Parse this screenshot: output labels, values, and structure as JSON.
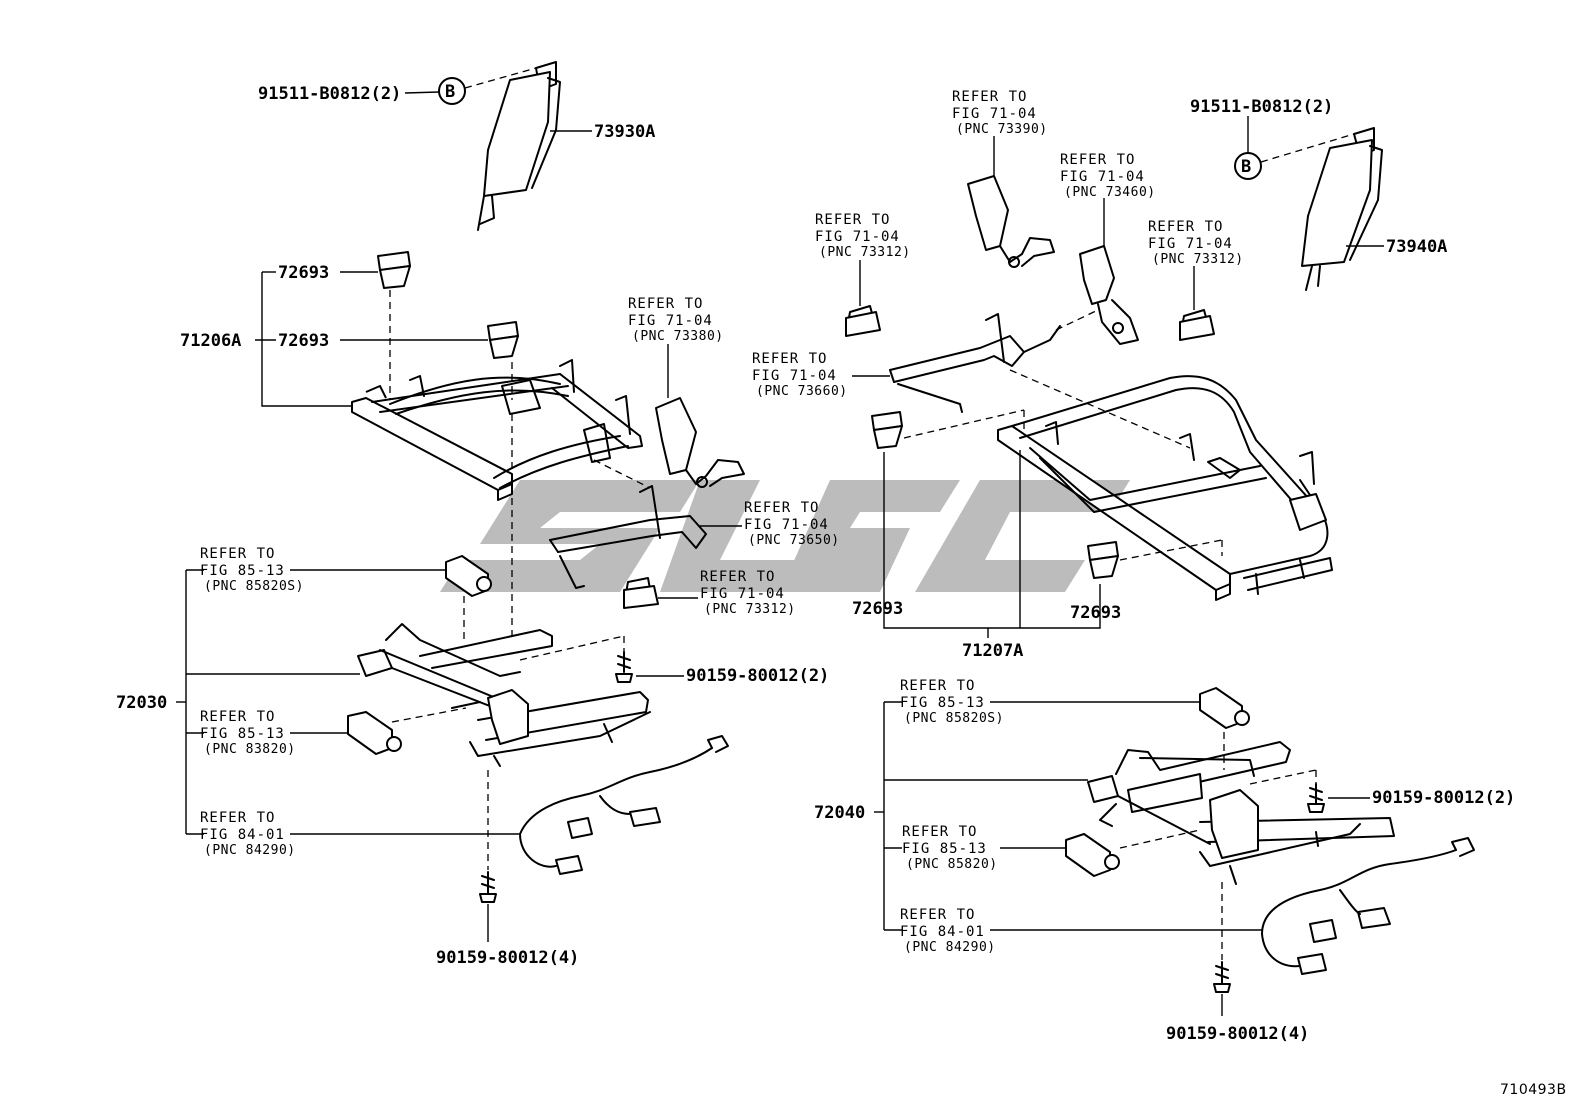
{
  "callouts": {
    "b_left": "B",
    "b_right": "B"
  },
  "parts": {
    "bolt_b_left": "91511-B0812(2)",
    "belt_left": "73930A",
    "bolt_b_right": "91511-B0812(2)",
    "belt_right": "73940A",
    "cap_left_top": "72693",
    "frame_left": "71206A",
    "cap_left_mid": "72693",
    "cap_right_a": "72693",
    "cap_right_b": "72693",
    "frame_right": "71207A",
    "adjuster_left": "72030",
    "adjuster_right": "72040",
    "screw_left_upper": "90159-80012(2)",
    "screw_left_lower": "90159-80012(4)",
    "screw_right_upper": "90159-80012(2)",
    "screw_right_lower": "90159-80012(4)"
  },
  "refs": [
    {
      "l1": "REFER TO",
      "l2": "FIG 71-04",
      "l3": "(PNC 73390)"
    },
    {
      "l1": "REFER TO",
      "l2": "FIG 71-04",
      "l3": "(PNC 73460)"
    },
    {
      "l1": "REFER TO",
      "l2": "FIG 71-04",
      "l3": "(PNC 73312)"
    },
    {
      "l1": "REFER TO",
      "l2": "FIG 71-04",
      "l3": "(PNC 73312)"
    },
    {
      "l1": "REFER TO",
      "l2": "FIG 71-04",
      "l3": "(PNC 73380)"
    },
    {
      "l1": "REFER TO",
      "l2": "FIG 71-04",
      "l3": "(PNC 73660)"
    },
    {
      "l1": "REFER TO",
      "l2": "FIG 71-04",
      "l3": "(PNC 73650)"
    },
    {
      "l1": "REFER TO",
      "l2": "FIG 71-04",
      "l3": "(PNC 73312)"
    },
    {
      "l1": "REFER TO",
      "l2": "FIG 85-13",
      "l3": "(PNC 85820S)"
    },
    {
      "l1": "REFER TO",
      "l2": "FIG 85-13",
      "l3": "(PNC 83820)"
    },
    {
      "l1": "REFER TO",
      "l2": "FIG 84-01",
      "l3": "(PNC 84290)"
    },
    {
      "l1": "REFER TO",
      "l2": "FIG 85-13",
      "l3": "(PNC 85820S)"
    },
    {
      "l1": "REFER TO",
      "l2": "FIG 85-13",
      "l3": "(PNC 85820)"
    },
    {
      "l1": "REFER TO",
      "l2": "FIG 84-01",
      "l3": "(PNC 84290)"
    }
  ],
  "diagram_id": "710493B",
  "colors": {
    "ink": "#000000",
    "watermark": "#b5b5b5",
    "background": "#ffffff"
  }
}
